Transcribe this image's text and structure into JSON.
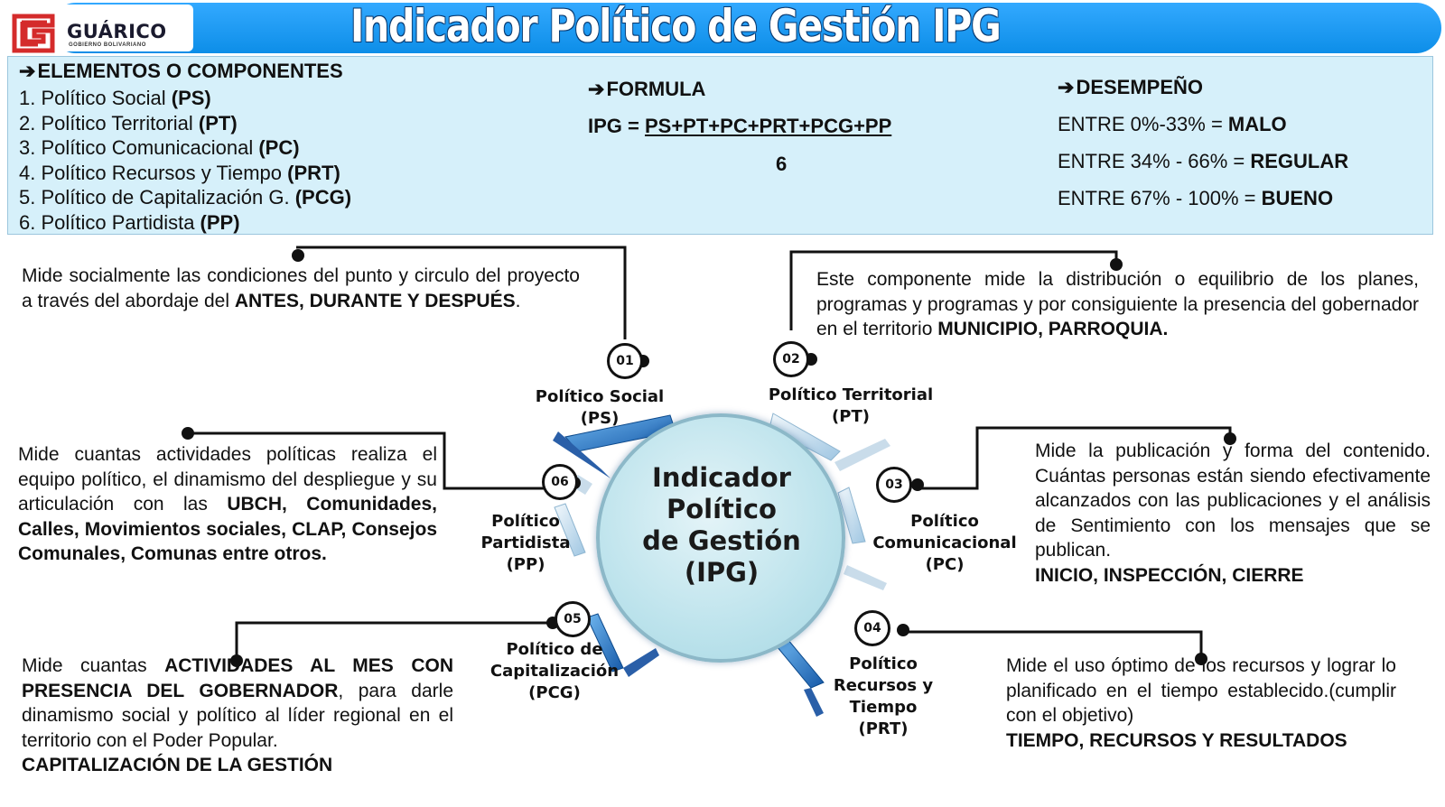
{
  "header": {
    "title": "Indicador Político de Gestión IPG",
    "logo_name": "GUÁRICO",
    "logo_sub": "GOBIERNO BOLIVARIANO"
  },
  "info": {
    "elements_heading": "ELEMENTOS O COMPONENTES",
    "elements": [
      {
        "text": "1.  Político Social ",
        "code": "(PS)"
      },
      {
        "text": "2.  Político Territorial ",
        "code": "(PT)"
      },
      {
        "text": "3.  Político Comunicacional ",
        "code": "(PC)"
      },
      {
        "text": "4.  Político Recursos y Tiempo ",
        "code": "(PRT)"
      },
      {
        "text": "5.  Político de  Capitalización G. ",
        "code": "(PCG)"
      },
      {
        "text": "6.  Político Partidista ",
        "code": "(PP)"
      }
    ],
    "formula_heading": "FORMULA",
    "formula_lhs": "IPG = ",
    "formula_numerator": "PS+PT+PC+PRT+PCG+PP",
    "formula_denominator": "6",
    "performance_heading": "DESEMPEÑO",
    "performance": [
      {
        "range": "ENTRE 0%-33% = ",
        "rating": "MALO"
      },
      {
        "range": "ENTRE 34% - 66% = ",
        "rating": "REGULAR"
      },
      {
        "range": "ENTRE 67% - 100% = ",
        "rating": "BUENO"
      }
    ]
  },
  "hub": {
    "line1": "Indicador",
    "line2": "Político",
    "line3": "de Gestión",
    "line4": "(IPG)"
  },
  "components": {
    "c01": {
      "num": "01",
      "name": "Político Social",
      "code": "(PS)"
    },
    "c02": {
      "num": "02",
      "name": "Político Territorial",
      "code": "(PT)"
    },
    "c03": {
      "num": "03",
      "name1": "Político",
      "name2": "Comunicacional",
      "code": "(PC)"
    },
    "c04": {
      "num": "04",
      "name1": "Político",
      "name2": "Recursos y",
      "name3": "Tiempo",
      "code": "(PRT)"
    },
    "c05": {
      "num": "05",
      "name1": "Político de",
      "name2": "Capitalización",
      "code": "(PCG)"
    },
    "c06": {
      "num": "06",
      "name1": "Político",
      "name2": "Partidista",
      "code": "(PP)"
    }
  },
  "descriptions": {
    "ps": {
      "text": "Mide socialmente las condiciones del punto y circulo del proyecto a través del abordaje del ",
      "bold": "ANTES, DURANTE Y DESPUÉS",
      "tail": "."
    },
    "pt": {
      "text": "Este componente mide la distribución o equilibrio de los planes, programas y programas y por consiguiente la presencia del gobernador en el territorio ",
      "bold": "MUNICIPIO, PARROQUIA."
    },
    "pp": {
      "text": "Mide cuantas actividades políticas realiza el equipo político, el dinamismo del despliegue y su articulación con las ",
      "bold": "UBCH, Comunidades, Calles, Movimientos sociales, CLAP, Consejos Comunales, Comunas entre otros."
    },
    "pc": {
      "text": "Mide la publicación y forma del contenido. Cuántas personas están siendo efectivamente alcanzados con las publicaciones  y el análisis de Sentimiento con los mensajes que se publican.",
      "bold": "INICIO, INSPECCIÓN, CIERRE"
    },
    "pcg": {
      "pre": "Mide cuantas ",
      "bold1": "ACTIVIDADES AL MES CON PRESENCIA DEL GOBERNADOR",
      "text": ", para darle dinamismo social y político al líder regional en el territorio con el Poder Popular.",
      "bold2": "CAPITALIZACIÓN DE LA GESTIÓN"
    },
    "prt": {
      "text": "Mide el uso óptimo de los recursos y lograr lo planificado en el tiempo establecido.(cumplir con el objetivo)",
      "bold": "TIEMPO, RECURSOS  Y RESULTADOS"
    }
  },
  "colors": {
    "header_blue": "#1b9cf2",
    "panel_bg": "#d6f0fa",
    "hub_fill": "#bde3ec",
    "segment_dark": "#1e6fbf",
    "segment_light": "#aad6f2"
  }
}
